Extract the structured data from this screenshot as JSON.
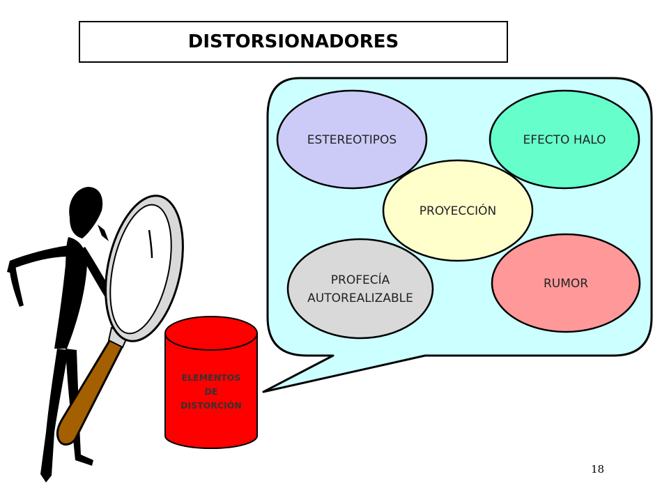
{
  "title": "DISTORSIONADORES",
  "bubble": {
    "ellipses": [
      {
        "label": "ESTEREOTIPOS",
        "color": "#cccbf8"
      },
      {
        "label": "EFECTO HALO",
        "color": "#66ffcc"
      },
      {
        "label": "PROYECCIÓN",
        "color": "#ffffcc"
      },
      {
        "label_lines": [
          "PROFECÍA",
          "AUTOREALIZABLE"
        ],
        "color": "#d9d9d9"
      },
      {
        "label": "RUMOR",
        "color": "#ff9999"
      }
    ],
    "fill": "#ccffff"
  },
  "cylinder": {
    "label_lines": [
      "ELEMENTOS",
      "DE",
      "DISTORCIÓN"
    ],
    "color": "#ff0000"
  },
  "page_number": "18"
}
